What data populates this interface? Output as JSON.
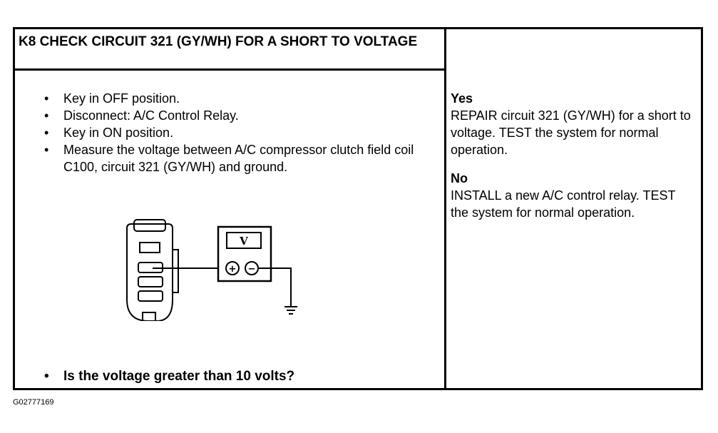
{
  "title": "K8 CHECK CIRCUIT 321 (GY/WH) FOR A SHORT TO VOLTAGE",
  "steps": [
    "Key in OFF position.",
    "Disconnect: A/C Control Relay.",
    "Key in ON position.",
    "Measure the voltage between A/C compressor clutch field coil C100, circuit 321 (GY/WH) and ground."
  ],
  "question": "Is the voltage greater than 10 volts?",
  "results": {
    "yes_heading": "Yes",
    "yes_text": "REPAIR circuit 321 (GY/WH) for a short to voltage. TEST the system for normal operation.",
    "no_heading": "No",
    "no_text": "INSTALL a new A/C control relay. TEST the system for normal operation."
  },
  "diagram": {
    "meter_label": "V",
    "plus_label": "+",
    "minus_label": "−"
  },
  "figure_id": "G02777169"
}
